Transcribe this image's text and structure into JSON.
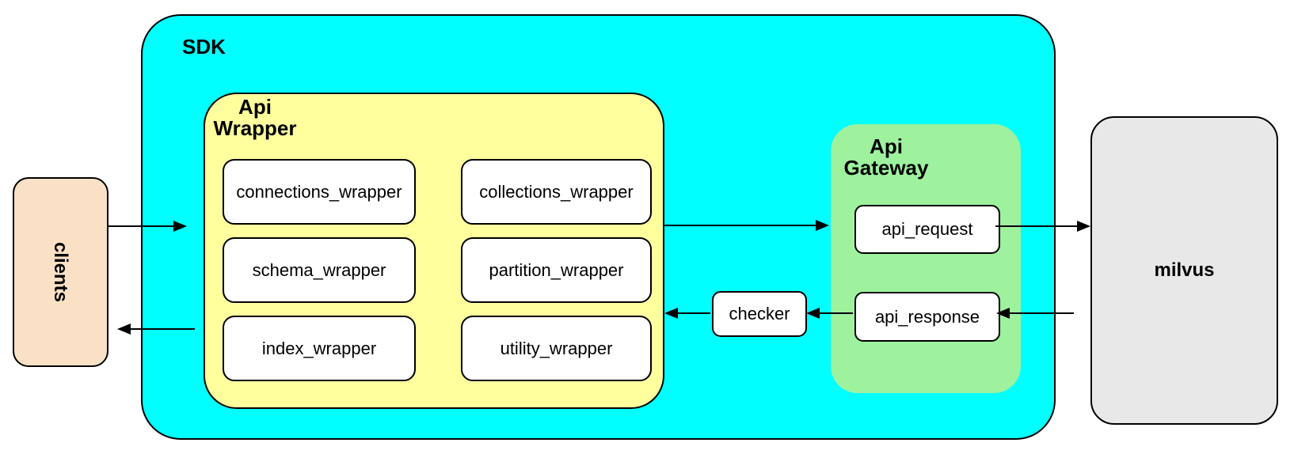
{
  "diagram": {
    "clients": {
      "label": "clients",
      "fill": "#FAE1C6"
    },
    "sdk": {
      "label": "SDK",
      "fill": "#00FFFF",
      "api_wrapper": {
        "label": "Api\nWrapper",
        "fill": "#FFFF9E",
        "modules": [
          "connections_wrapper",
          "collections_wrapper",
          "schema_wrapper",
          "partition_wrapper",
          "index_wrapper",
          "utility_wrapper"
        ]
      },
      "checker": {
        "label": "checker",
        "fill": "#FFFFFF"
      },
      "api_gateway": {
        "label": "Api\nGateway",
        "fill": "#9EF29E",
        "nodes": [
          "api_request",
          "api_response"
        ]
      }
    },
    "milvus": {
      "label": "milvus",
      "fill": "#E8E8E8"
    },
    "colors": {
      "border": "#000000",
      "node_fill": "#FFFFFF",
      "arrow": "#000000",
      "background": "#FFFFFF"
    },
    "connections": [
      {
        "from": "clients",
        "to": "sdk"
      },
      {
        "from": "sdk_api_wrapper",
        "to": "clients"
      },
      {
        "from": "api_wrapper",
        "to": "api_gateway"
      },
      {
        "from": "api_request",
        "to": "milvus"
      },
      {
        "from": "milvus",
        "to": "api_response"
      },
      {
        "from": "api_response",
        "to": "checker"
      },
      {
        "from": "checker",
        "to": "api_wrapper"
      }
    ]
  }
}
